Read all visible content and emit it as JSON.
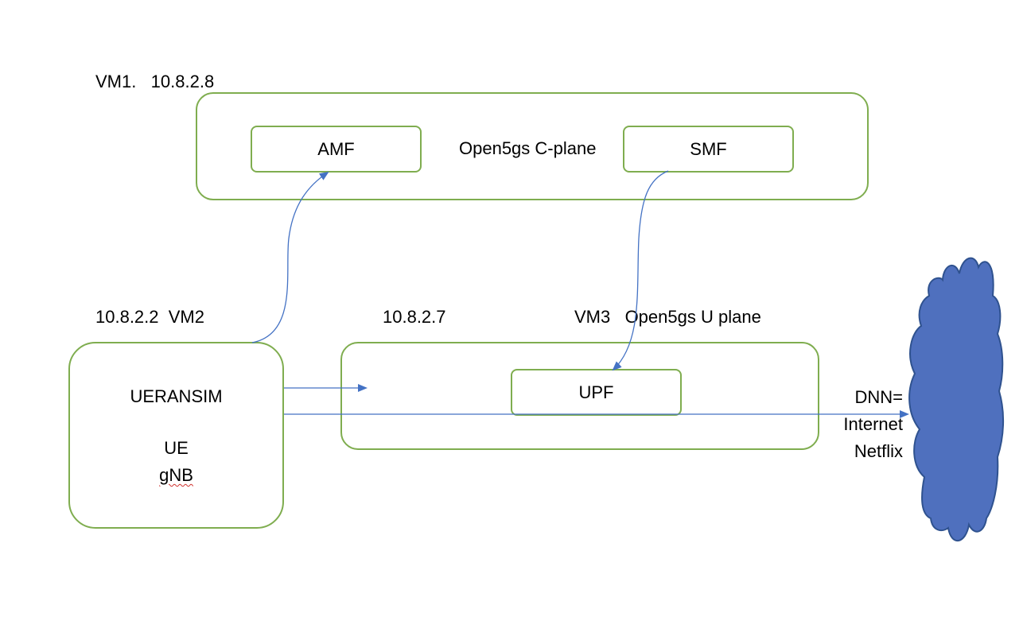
{
  "vm1": {
    "label": "VM1.   10.8.2.8",
    "title": "Open5gs C-plane",
    "amf": "AMF",
    "smf": "SMF"
  },
  "vm2": {
    "label": "10.8.2.2  VM2",
    "ueransim": "UERANSIM",
    "ue": "UE",
    "gnb": "gNB"
  },
  "vm3": {
    "ip": "10.8.2.7",
    "label": "VM3   Open5gs U plane",
    "upf": "UPF"
  },
  "dnn": {
    "line1": "DNN=",
    "line2": "Internet",
    "line3": "Netflix"
  },
  "colors": {
    "box_border": "#7fad4f",
    "arrow": "#4472c4",
    "cloud_fill": "#4f70be",
    "cloud_stroke": "#2f528f",
    "spellcheck": "#d0312d"
  }
}
